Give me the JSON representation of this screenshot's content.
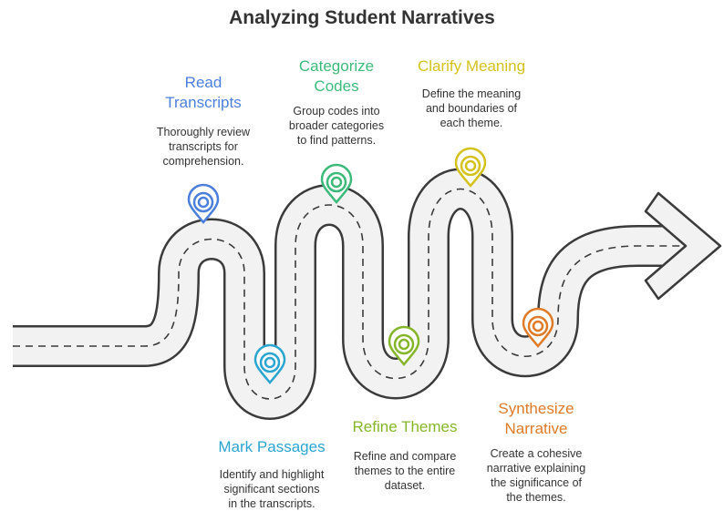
{
  "title": "Analyzing Student Narratives",
  "colors": {
    "road": "#3b3b3b",
    "road_fill": "#f2f2f2",
    "blue": "#4a7fdc",
    "cyan": "#2aa5cf",
    "green": "#3cba7a",
    "lime": "#85b62a",
    "yellow": "#d4c21c",
    "orange": "#df7a28"
  },
  "steps": [
    {
      "title": "Read Transcripts",
      "title_l1": "Read",
      "title_l2": "Transcripts",
      "d1": "Thoroughly review",
      "d2": "transcripts for",
      "d3": "comprehension.",
      "color": "#4a7fdc"
    },
    {
      "title": "Mark Passages",
      "title_l1": "Mark Passages",
      "d1": "Identify and highlight",
      "d2": "significant sections",
      "d3": "in the transcripts.",
      "color": "#2aa5cf"
    },
    {
      "title": "Categorize Codes",
      "title_l1": "Categorize",
      "title_l2": "Codes",
      "d1": "Group codes into",
      "d2": "broader categories",
      "d3": "to find patterns.",
      "color": "#3cba7a"
    },
    {
      "title": "Refine Themes",
      "title_l1": "Refine Themes",
      "d1": "Refine and compare",
      "d2": "themes to the entire",
      "d3": "dataset.",
      "color": "#85b62a"
    },
    {
      "title": "Clarify Meaning",
      "title_l1": "Clarify Meaning",
      "d1": "Define the meaning",
      "d2": "and boundaries of",
      "d3": "each theme.",
      "color": "#d4c21c"
    },
    {
      "title": "Synthesize Narrative",
      "title_l1": "Synthesize",
      "title_l2": "Narrative",
      "d1": "Create a cohesive",
      "d2": "narrative explaining",
      "d3": "the significance of",
      "d4": "the themes.",
      "color": "#df7a28"
    }
  ]
}
